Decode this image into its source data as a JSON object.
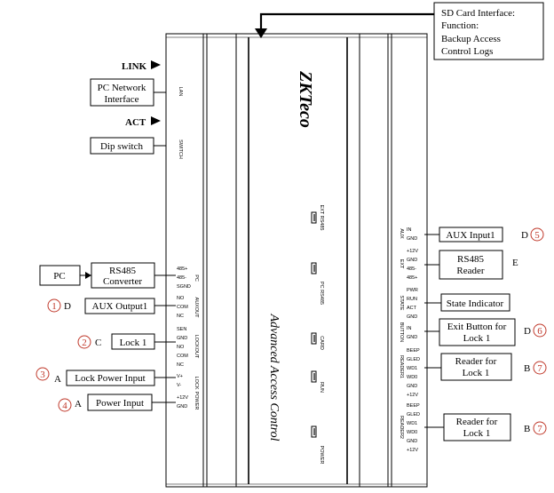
{
  "sd_card": {
    "lines": [
      "SD Card Interface:",
      "Function:",
      "Backup Access",
      "Control Logs"
    ]
  },
  "brand": {
    "logo": "ZKTeco"
  },
  "device_title": "Advanced Access Control",
  "left_callouts": {
    "link": "LINK",
    "pc_network": [
      "PC Network",
      "Interface"
    ],
    "act": "ACT",
    "dip_switch": "Dip switch",
    "pc": "PC",
    "rs485_converter": [
      "RS485",
      "Converter"
    ],
    "aux_output": "AUX Output1",
    "lock": "Lock 1",
    "lock_power": "Lock Power Input",
    "power_input": "Power Input"
  },
  "left_markers": {
    "aux_output": {
      "circle": "1",
      "letter": "D"
    },
    "lock": {
      "circle": "2",
      "letter": "C"
    },
    "lock_power": {
      "circle": "3",
      "letter": "A"
    },
    "power_input": {
      "circle": "4",
      "letter": "A"
    }
  },
  "right_callouts": {
    "aux_input": "AUX Input1",
    "rs485_reader": [
      "RS485",
      "Reader"
    ],
    "state_indicator": "State Indicator",
    "exit_button": [
      "Exit Button for",
      "Lock 1"
    ],
    "reader1": [
      "Reader for",
      "Lock 1"
    ],
    "reader2": [
      "Reader for",
      "Lock 1"
    ]
  },
  "right_markers": {
    "aux_input": {
      "letter": "D",
      "circle": "5"
    },
    "rs485_reader": {
      "letter": "E"
    },
    "exit_button": {
      "letter": "D",
      "circle": "6"
    },
    "reader1": {
      "letter": "B",
      "circle": "7"
    },
    "reader2": {
      "letter": "B",
      "circle": "7"
    }
  },
  "left_terminals": {
    "lan": "LAN",
    "switch": "SWITCH",
    "pc_group": "PC",
    "pc_pins": [
      "485+",
      "485-",
      "SGND"
    ],
    "auxout_group": "AUXOUT",
    "auxout_pins": [
      "NO",
      "COM",
      "NC"
    ],
    "lock_group": "LOCKOUT",
    "lock_pins": [
      "SEN",
      "GND",
      "NO",
      "COM",
      "NC"
    ],
    "lockpower_group": "LOCK",
    "lockpower_pins": [
      "V+",
      "V-"
    ],
    "power_group": "POWER",
    "power_pins": [
      "+12V",
      "GND"
    ]
  },
  "right_terminals": {
    "aux_group": "AUX",
    "aux_pins": [
      "IN",
      "GND"
    ],
    "ext_group": "EXT",
    "ext_pins": [
      "+12V",
      "GND",
      "485-",
      "485+"
    ],
    "state_group": "STATE",
    "state_pins": [
      "PWR",
      "RUN",
      "ACT",
      "GND"
    ],
    "button_group": "BUTTON",
    "button_pins": [
      "IN",
      "GND"
    ],
    "reader1_group": "READER1",
    "reader1_pins": [
      "BEEP",
      "GLED",
      "WD1",
      "WD0",
      "GND",
      "+12V"
    ],
    "reader2_group": "READER2",
    "reader2_pins": [
      "BEEP",
      "GLED",
      "WD1",
      "WD0",
      "GND",
      "+12V"
    ]
  },
  "leds": [
    "EXT RS485",
    "PC RS485",
    "CARD",
    "RUN",
    "POWER"
  ]
}
